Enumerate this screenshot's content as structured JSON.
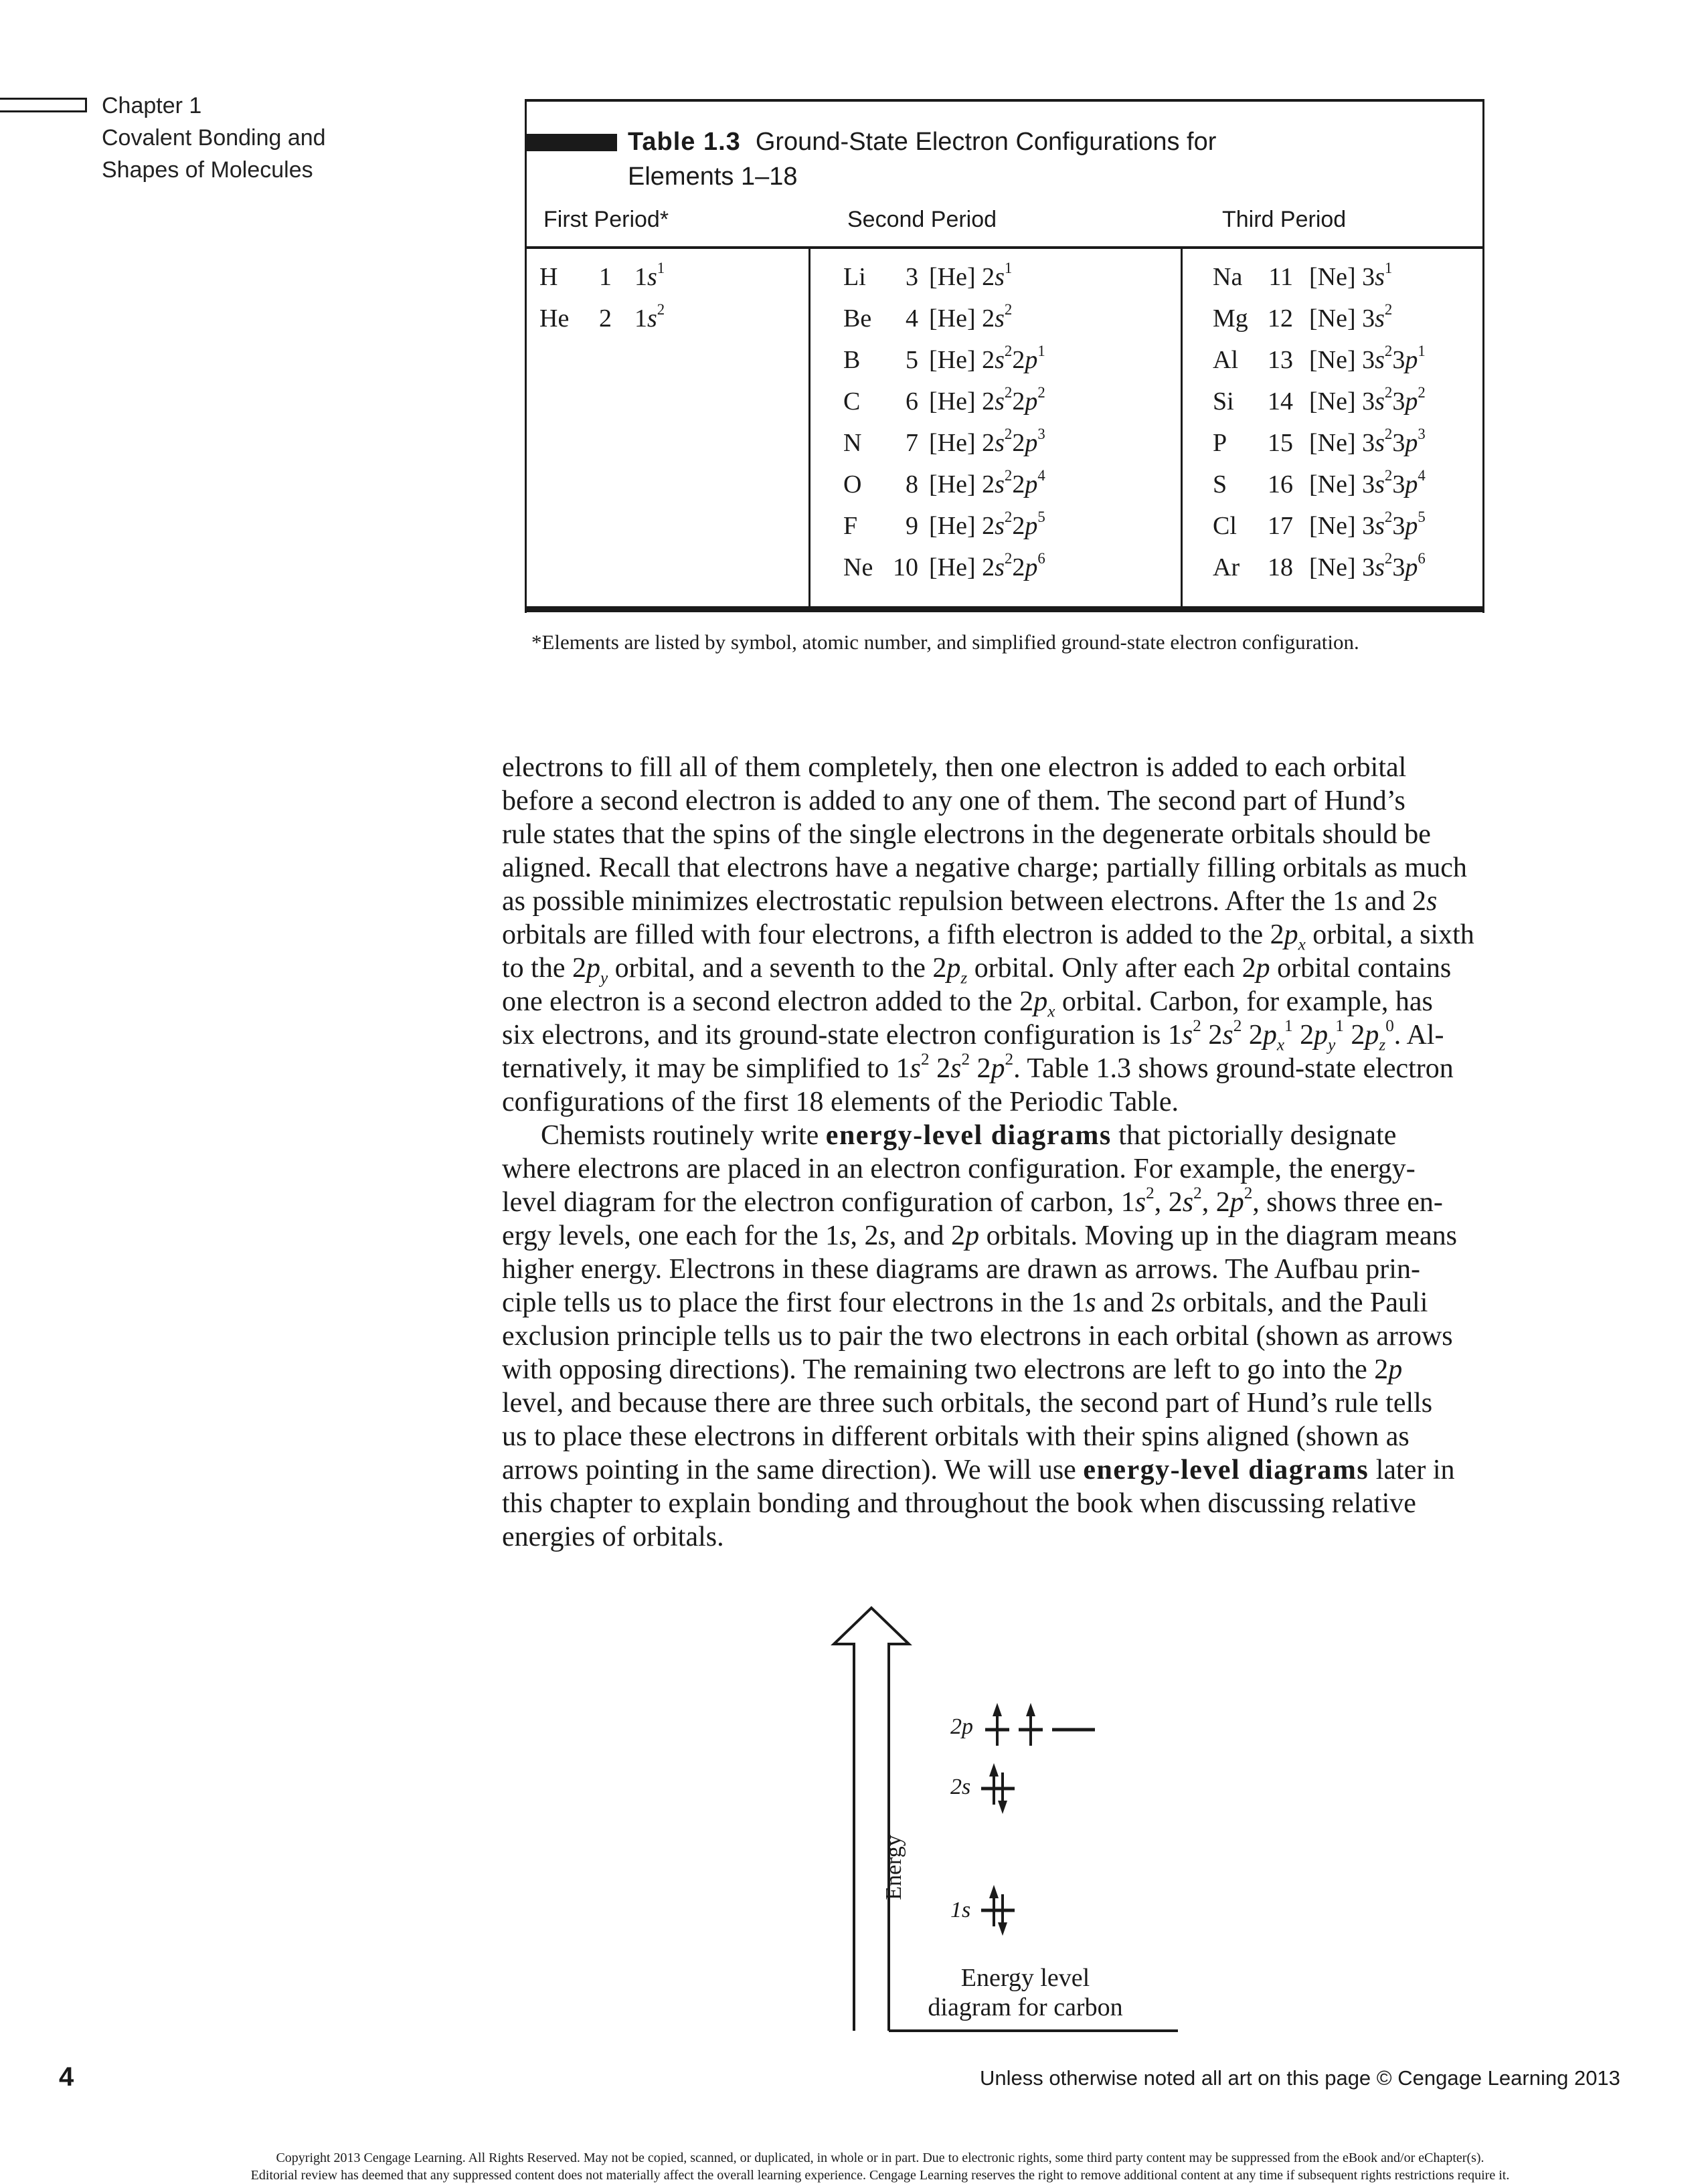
{
  "running_head": {
    "line1": "Chapter 1",
    "line2": "Covalent Bonding and",
    "line3": "Shapes of Molecules"
  },
  "table": {
    "number": "Table 1.3",
    "title_line1": "Ground-State Electron Configurations for",
    "title_line2": "Elements 1–18",
    "headers": [
      "First Period*",
      "Second Period",
      "Third Period"
    ],
    "footnote": "*Elements are listed by symbol, atomic number, and simplified ground-state electron configuration.",
    "first_period": [
      {
        "symbol": "H",
        "number": "1",
        "config": [
          [
            "1",
            "s",
            "1"
          ]
        ]
      },
      {
        "symbol": "He",
        "number": "2",
        "config": [
          [
            "1",
            "s",
            "2"
          ]
        ]
      }
    ],
    "second_period": [
      {
        "symbol": "Li",
        "number": "3",
        "core": "[He]",
        "config": [
          [
            "2",
            "s",
            "1"
          ]
        ]
      },
      {
        "symbol": "Be",
        "number": "4",
        "core": "[He]",
        "config": [
          [
            "2",
            "s",
            "2"
          ]
        ]
      },
      {
        "symbol": "B",
        "number": "5",
        "core": "[He]",
        "config": [
          [
            "2",
            "s",
            "2"
          ],
          [
            "2",
            "p",
            "1"
          ]
        ]
      },
      {
        "symbol": "C",
        "number": "6",
        "core": "[He]",
        "config": [
          [
            "2",
            "s",
            "2"
          ],
          [
            "2",
            "p",
            "2"
          ]
        ]
      },
      {
        "symbol": "N",
        "number": "7",
        "core": "[He]",
        "config": [
          [
            "2",
            "s",
            "2"
          ],
          [
            "2",
            "p",
            "3"
          ]
        ]
      },
      {
        "symbol": "O",
        "number": "8",
        "core": "[He]",
        "config": [
          [
            "2",
            "s",
            "2"
          ],
          [
            "2",
            "p",
            "4"
          ]
        ]
      },
      {
        "symbol": "F",
        "number": "9",
        "core": "[He]",
        "config": [
          [
            "2",
            "s",
            "2"
          ],
          [
            "2",
            "p",
            "5"
          ]
        ]
      },
      {
        "symbol": "Ne",
        "number": "10",
        "core": "[He]",
        "config": [
          [
            "2",
            "s",
            "2"
          ],
          [
            "2",
            "p",
            "6"
          ]
        ]
      }
    ],
    "third_period": [
      {
        "symbol": "Na",
        "number": "11",
        "core": "[Ne]",
        "config": [
          [
            "3",
            "s",
            "1"
          ]
        ]
      },
      {
        "symbol": "Mg",
        "number": "12",
        "core": "[Ne]",
        "config": [
          [
            "3",
            "s",
            "2"
          ]
        ]
      },
      {
        "symbol": "Al",
        "number": "13",
        "core": "[Ne]",
        "config": [
          [
            "3",
            "s",
            "2"
          ],
          [
            "3",
            "p",
            "1"
          ]
        ]
      },
      {
        "symbol": "Si",
        "number": "14",
        "core": "[Ne]",
        "config": [
          [
            "3",
            "s",
            "2"
          ],
          [
            "3",
            "p",
            "2"
          ]
        ]
      },
      {
        "symbol": "P",
        "number": "15",
        "core": "[Ne]",
        "config": [
          [
            "3",
            "s",
            "2"
          ],
          [
            "3",
            "p",
            "3"
          ]
        ]
      },
      {
        "symbol": "S",
        "number": "16",
        "core": "[Ne]",
        "config": [
          [
            "3",
            "s",
            "2"
          ],
          [
            "3",
            "p",
            "4"
          ]
        ]
      },
      {
        "symbol": "Cl",
        "number": "17",
        "core": "[Ne]",
        "config": [
          [
            "3",
            "s",
            "2"
          ],
          [
            "3",
            "p",
            "5"
          ]
        ]
      },
      {
        "symbol": "Ar",
        "number": "18",
        "core": "[Ne]",
        "config": [
          [
            "3",
            "s",
            "2"
          ],
          [
            "3",
            "p",
            "6"
          ]
        ]
      }
    ]
  },
  "body": {
    "p1": [
      "electrons to fill all of them completely, then one electron is added to each orbital",
      "before a second electron is added to any one of them. The second part of Hund’s",
      "rule states that the spins of the single electrons in the degenerate orbitals should be",
      "aligned. Recall that electrons have a negative charge; partially filling orbitals as much",
      "as possible minimizes electrostatic repulsion between electrons. After the 1s and 2s",
      "orbitals are filled with four electrons, a fifth electron is added to the 2px orbital, a sixth",
      "to the 2py orbital, and a seventh to the 2pz orbital. Only after each 2p orbital contains",
      "one electron is a second electron added to the 2px orbital. Carbon, for example, has",
      "six electrons, and its ground-state electron configuration is 1s2 2s2 2px1 2py1 2pz0. Al-",
      "ternatively, it may be simplified to 1s2 2s2 2p2. Table 1.3 shows ground-state electron",
      "configurations of the first 18 elements of the Periodic Table."
    ],
    "p2": [
      "Chemists routinely write energy-level diagrams that pictorially designate",
      "where electrons are placed in an electron configuration. For example, the energy-",
      "level diagram for the electron configuration of carbon, 1s2, 2s2, 2p2, shows three en-",
      "ergy levels, one each for the 1s, 2s, and 2p orbitals. Moving up in the diagram means",
      "higher energy. Electrons in these diagrams are drawn as arrows. The Aufbau prin-",
      "ciple tells us to place the first four electrons in the 1s and 2s orbitals, and the Pauli",
      "exclusion principle tells us to pair the two electrons in each orbital (shown as arrows",
      "with opposing directions). The remaining two electrons are left to go into the 2p",
      "level, and because there are three such orbitals, the second part of Hund’s rule tells",
      "us to place these electrons in different orbitals with their spins aligned (shown as",
      "arrows pointing in the same direction). We will use energy-level diagrams later in",
      "this chapter to explain bonding and throughout the book when discussing relative",
      "energies of orbitals."
    ]
  },
  "diagram": {
    "axis_label": "Energy",
    "levels": [
      "2p",
      "2s",
      "1s"
    ],
    "caption_line1": "Energy level",
    "caption_line2": "diagram for carbon"
  },
  "page_number": "4",
  "credit": "Unless otherwise noted all art on this page © Cengage Learning 2013",
  "copyright_line1": "Copyright 2013 Cengage Learning. All Rights Reserved. May not be copied, scanned, or duplicated, in whole or in part. Due to electronic rights, some third party content may be suppressed from the eBook and/or eChapter(s).",
  "copyright_line2": "Editorial review has deemed that any suppressed content does not materially affect the overall learning experience. Cengage Learning reserves the right to remove additional content at any time if subsequent rights restrictions require it."
}
